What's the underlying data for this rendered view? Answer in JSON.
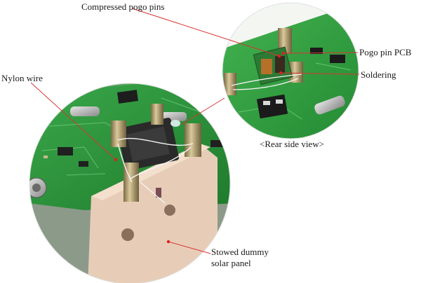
{
  "labels": {
    "compressed_pogo_pins": "Compressed pogo pins",
    "pogo_pin_pcb": "Pogo pin PCB",
    "soldering": "Soldering",
    "nylon_wire": "Nylon wire",
    "rear_side_view": "<Rear side view>",
    "stowed_line1": "Stowed dummy",
    "stowed_line2": "solar panel"
  },
  "colors": {
    "leader_line": "#d93434",
    "marker_dot": "#e02020",
    "pcb_green": "#2f9e3c",
    "panel_beige": "#e7cdb7"
  }
}
